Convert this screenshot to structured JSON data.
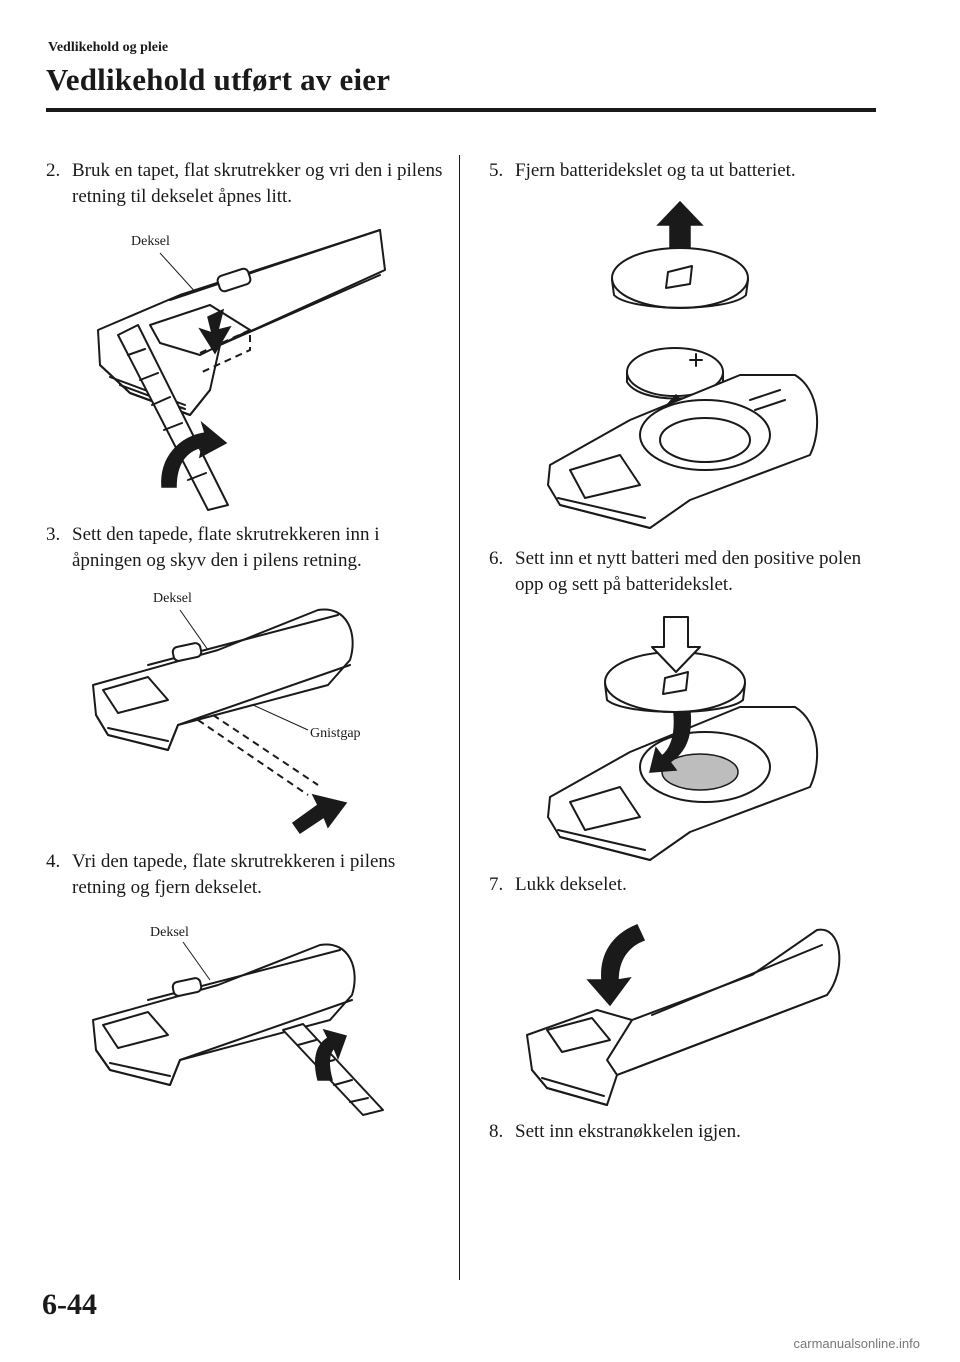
{
  "header": {
    "section": "Vedlikehold og pleie",
    "title": "Vedlikehold utført av eier"
  },
  "steps": [
    {
      "num": "2.",
      "text": "Bruk en tapet, flat skrutrekker og vri den i pilens retning til dekselet åpnes litt."
    },
    {
      "num": "3.",
      "text": "Sett den tapede, flate skrutrekkeren inn i åpningen og skyv den i pilens retning."
    },
    {
      "num": "4.",
      "text": "Vri den tapede, flate skrutrekkeren i pilens retning og fjern dekselet."
    },
    {
      "num": "5.",
      "text": "Fjern batteridekslet og ta ut batteriet."
    },
    {
      "num": "6.",
      "text": "Sett inn et nytt batteri med den positive polen opp og sett på batteridekslet."
    },
    {
      "num": "7.",
      "text": "Lukk dekselet."
    },
    {
      "num": "8.",
      "text": "Sett inn ekstranøkkelen igjen."
    }
  ],
  "figure_labels": {
    "fig1_cover": "Deksel",
    "fig2_cover": "Deksel",
    "fig2_gap": "Gnistgap",
    "fig3_cover": "Deksel"
  },
  "footer": {
    "page_number": "6-44",
    "watermark": "carmanualsonline.info"
  }
}
